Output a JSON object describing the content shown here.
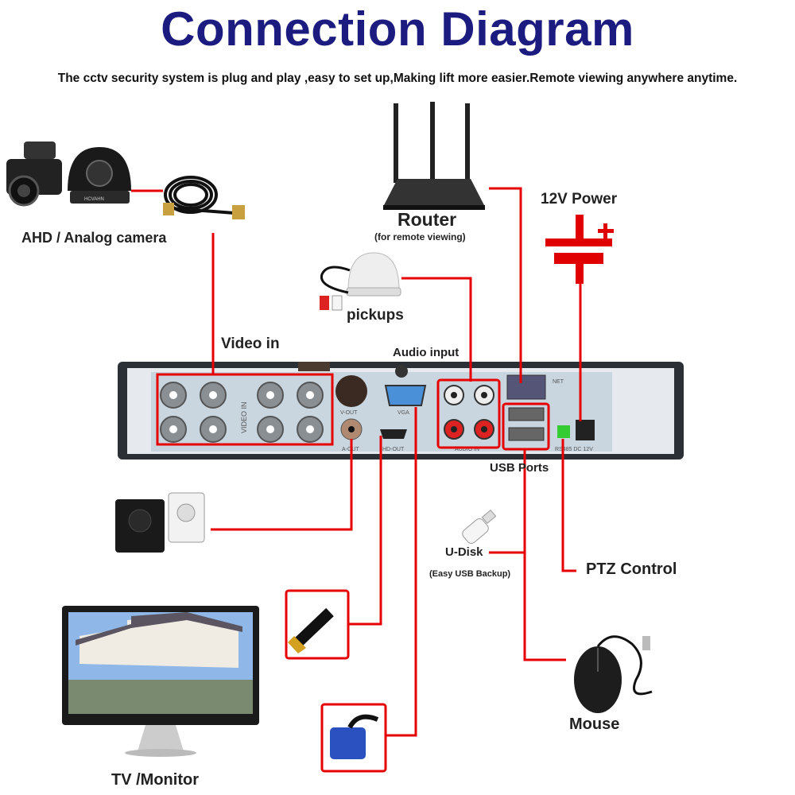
{
  "title": "Connection Diagram",
  "subtitle": "The cctv security system is plug and play ,easy to set up,Making lift more easier.Remote viewing anywhere anytime.",
  "labels": {
    "camera": "AHD / Analog camera",
    "router": "Router",
    "router_note": "(for remote viewing)",
    "power": "12V Power",
    "pickups": "pickups",
    "video_in": "Video in",
    "audio_input": "Audio input",
    "usb_ports": "USB Ports",
    "udisk": "U-Disk",
    "udisk_note": "(Easy USB Backup)",
    "ptz": "PTZ Control",
    "mouse": "Mouse",
    "monitor": "TV /Monitor"
  },
  "dvr_panel_labels": {
    "video_in": "VIDEO IN",
    "v_out": "V-OUT",
    "a_out": "A-OUT",
    "hd_out": "HD-OUT",
    "vga": "VGA",
    "audio_in": "AUDIO IN",
    "net": "NET",
    "rs485": "RS485 DC 12V",
    "camera_brand": "HCVAHN"
  },
  "colors": {
    "title": "#1c1c80",
    "connector_line": "#e60000",
    "dvr_body": "#2b2f36",
    "dvr_panel": "#c9d6e0"
  }
}
